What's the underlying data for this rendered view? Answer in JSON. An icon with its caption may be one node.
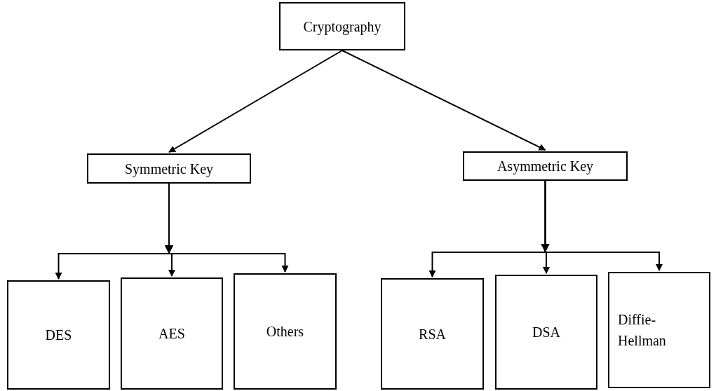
{
  "diagram": {
    "nodes": [
      {
        "text": [
          "Cryptography"
        ]
      },
      {
        "text": [
          "Symmetric Key"
        ]
      },
      {
        "text": [
          "Asymmetric Key"
        ]
      },
      {
        "text": [
          "DES"
        ]
      },
      {
        "text": [
          "AES"
        ]
      },
      {
        "text": [
          "Others"
        ]
      },
      {
        "text": [
          "RSA"
        ]
      },
      {
        "text": [
          "DSA"
        ]
      },
      {
        "text": [
          "Diffie-Hellman"
        ]
      }
    ],
    "edges": [
      {
        "from": 0,
        "to": 1,
        "arrow": "to"
      },
      {
        "from": 0,
        "to": 2,
        "arrow": "to"
      },
      {
        "from": 1,
        "to": 3,
        "arrow": "to"
      },
      {
        "from": 1,
        "to": 4,
        "arrow": "to"
      },
      {
        "from": 1,
        "to": 5,
        "arrow": "to"
      },
      {
        "from": 2,
        "to": 6,
        "arrow": "to"
      },
      {
        "from": 2,
        "to": 7,
        "arrow": "to"
      },
      {
        "from": 2,
        "to": 8,
        "arrow": "to"
      }
    ]
  }
}
